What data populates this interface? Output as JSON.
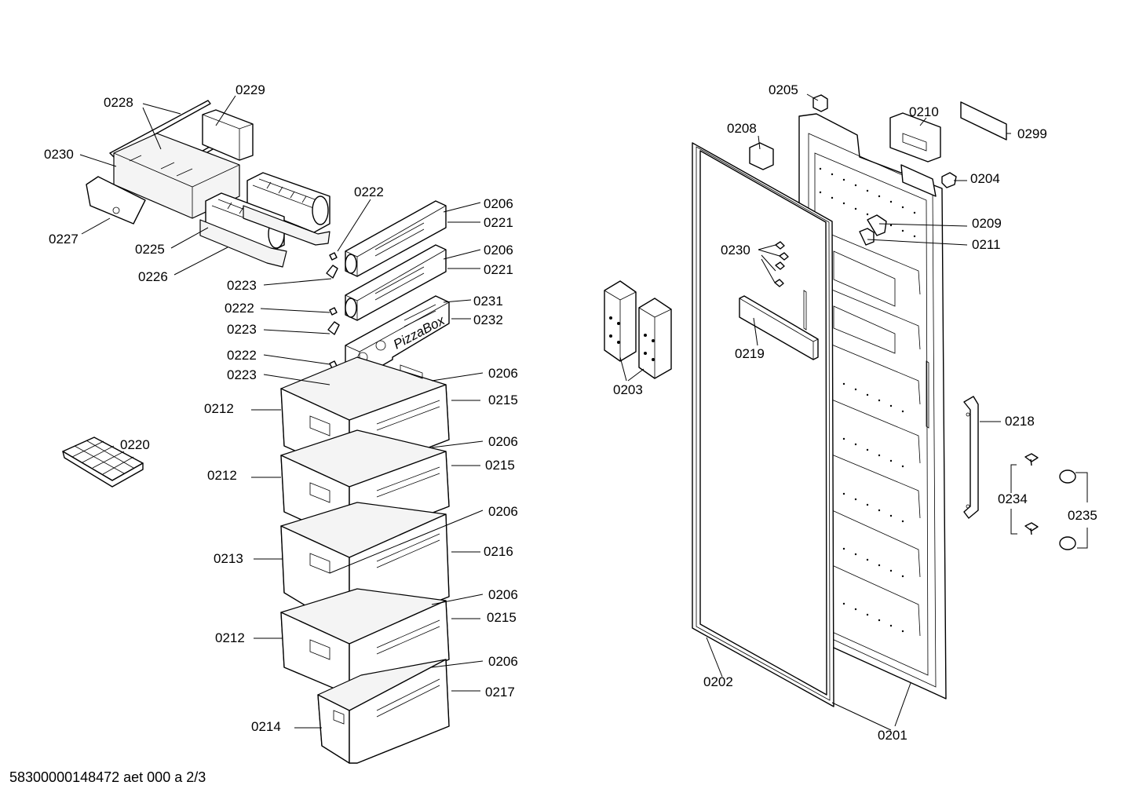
{
  "diagram": {
    "labels": {
      "l0228": "0228",
      "l0229": "0229",
      "l0230a": "0230",
      "l0227": "0227",
      "l0225": "0225",
      "l0226": "0226",
      "l0222a": "0222",
      "l0206a": "0206",
      "l0221a": "0221",
      "l0206b": "0206",
      "l0221b": "0221",
      "l0223a": "0223",
      "l0222b": "0222",
      "l0231": "0231",
      "l0223b": "0223",
      "l0232": "0232",
      "l0222c": "0222",
      "l0223c": "0223",
      "l0206c": "0206",
      "l0212a": "0212",
      "l0215a": "0215",
      "l0220": "0220",
      "l0206d": "0206",
      "l0212b": "0212",
      "l0215b": "0215",
      "l0206e": "0206",
      "l0213": "0213",
      "l0216": "0216",
      "l0206f": "0206",
      "l0212c": "0212",
      "l0215c": "0215",
      "l0206g": "0206",
      "l0217": "0217",
      "l0214": "0214",
      "l0205": "0205",
      "l0210": "0210",
      "l0299": "0299",
      "l0208": "0208",
      "l0204": "0204",
      "l0209": "0209",
      "l0211": "0211",
      "l0230b": "0230",
      "l0219": "0219",
      "l0203": "0203",
      "l0218": "0218",
      "l0234": "0234",
      "l0235": "0235",
      "l0202": "0202",
      "l0201": "0201",
      "pizzabox": "PizzaBox"
    },
    "footer": "58300000148472 aet 000 a 2/3"
  }
}
